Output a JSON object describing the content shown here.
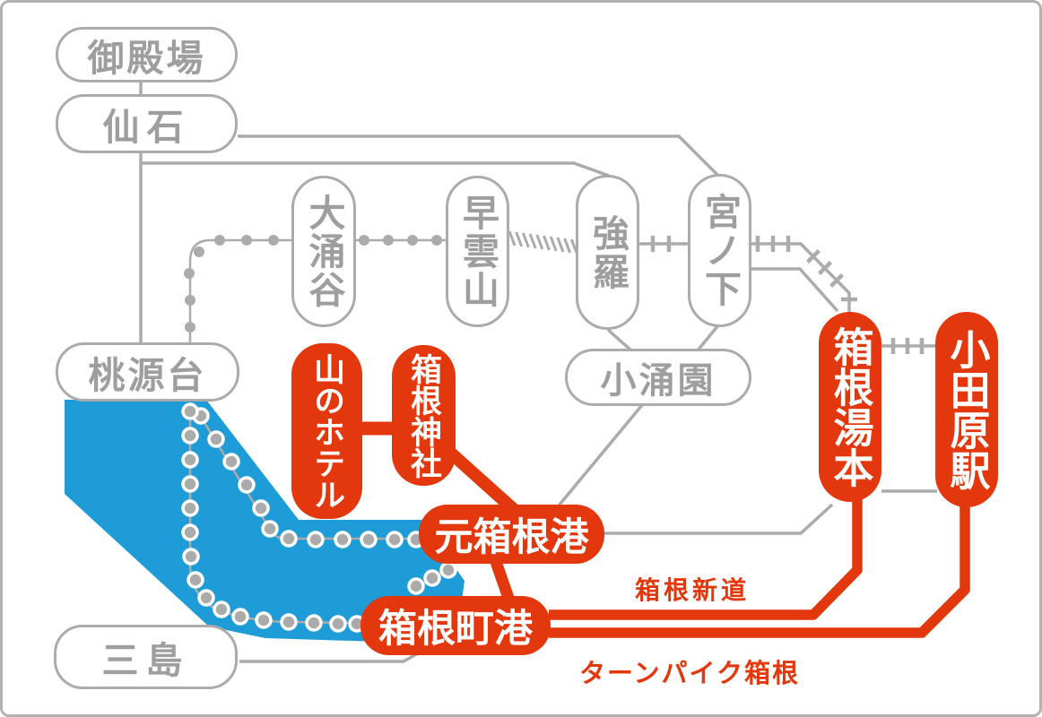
{
  "colors": {
    "red": "#e3380d",
    "blue": "#1e9cd8",
    "gray_line": "#ababab",
    "gray_text": "#9e9e9e",
    "frame": "#b2b2b2"
  },
  "stations": {
    "gotemba": "御殿場",
    "sengoku": "仙石",
    "togendai": "桃源台",
    "mishima": "三島",
    "kowakien": "小涌園",
    "owakudani": "大涌谷",
    "sounzan": "早雲山",
    "gora": "強羅",
    "miyanoshita": "宮ノ下"
  },
  "stops": {
    "yama_no_hotel": "山のホテル",
    "hakone_jinja": "箱根神社",
    "motohakone_port": "元箱根港",
    "hakonemachi_port": "箱根町港",
    "hakone_yumoto": "箱根湯本",
    "odawara_station": "小田原駅"
  },
  "roads": {
    "hakone_shindo": "箱根新道",
    "turnpike_hakone": "ターンパイク箱根"
  }
}
